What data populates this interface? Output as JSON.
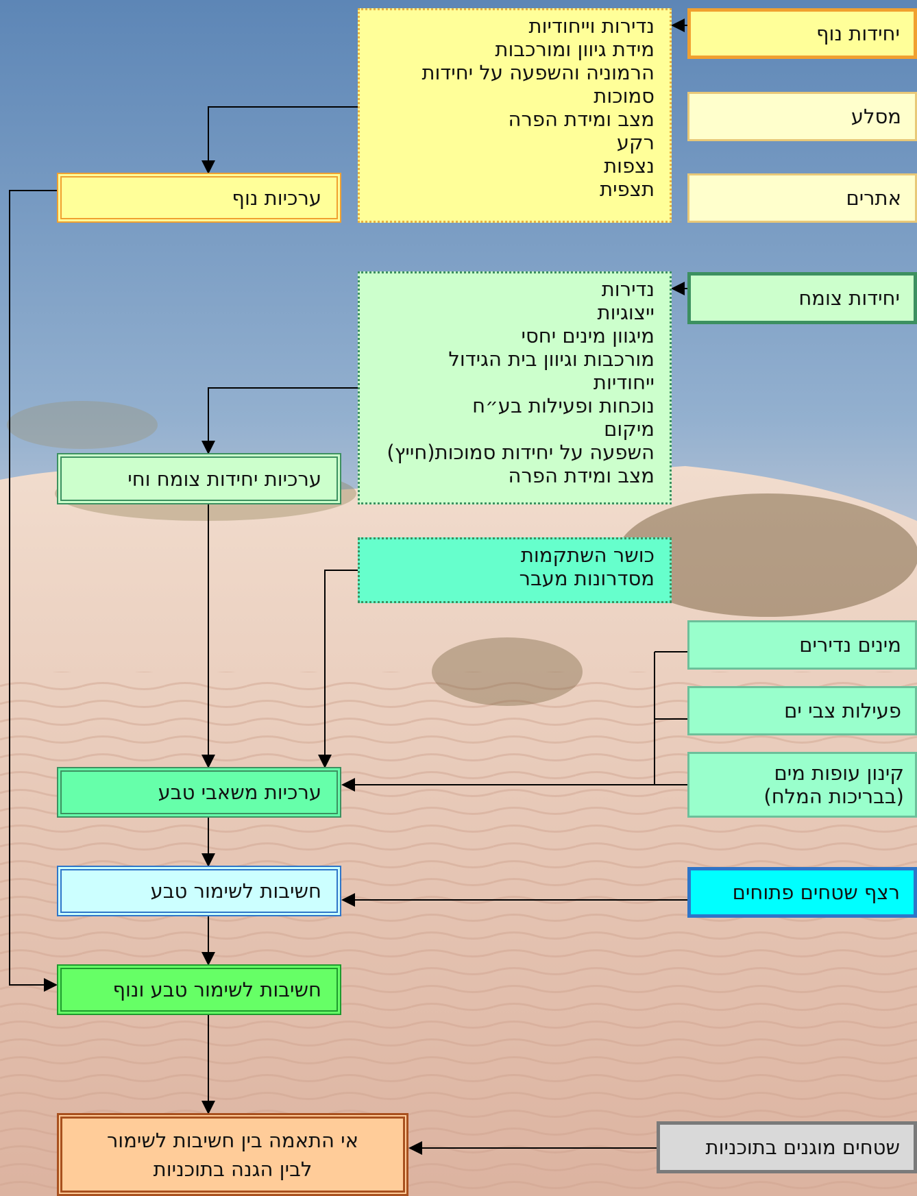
{
  "landscape": {
    "sources": [
      "יחידות נוף",
      "מסלע",
      "אתרים"
    ],
    "criteria": [
      "נדירות וייחודיות",
      "מידת גיוון ומורכבות",
      "הרמוניה והשפעה על יחידות",
      "סמוכות",
      "מצב ומידת הפרה",
      "רקע",
      "נצפות",
      "תצפית"
    ],
    "value_box": "ערכיות נוף"
  },
  "vegetation": {
    "source": "יחידות צומח",
    "criteria": [
      "נדירות",
      "ייצוגיות",
      "מיגוון מינים יחסי",
      "מורכבות וגיוון בית הגידול",
      "ייחודיות",
      "נוכחות ופעילות בע״ח",
      "מיקום",
      "השפעה על יחידות סמוכות(חייץ)",
      "מצב ומידת הפרה"
    ],
    "value_box": "ערכיות יחידות צומח וחי"
  },
  "corridors": {
    "criteria": [
      "כושר  השתקמות",
      "מסדרונות מעבר"
    ]
  },
  "fauna": {
    "sources": [
      "מינים נדירים",
      "פעילות צבי ים"
    ],
    "source_multiline": [
      "קינון עופות מים",
      "(בבריכות המלח)"
    ]
  },
  "natural_assets": "ערכיות משאבי טבע",
  "open_spaces": "רצף שטחים פתוחים",
  "nature_importance": "חשיבות לשימור טבע",
  "nature_landscape_importance": "חשיבות לשימור טבע ונוף",
  "protected_areas": "שטחים מוגנים בתוכניות",
  "mismatch": [
    "אי התאמה בין חשיבות לשימור",
    "לבין הגנה בתוכניות"
  ],
  "colors": {
    "sky_top": "#5d86b6",
    "sand": "#e8c8b4",
    "yellow_fill": "#ffff99",
    "green_fill": "#ccffcc",
    "teal_fill": "#66ffcc",
    "cyan_fill": "#00ffff",
    "orange_border": "#f0a030",
    "green_border": "#3c9060",
    "blue_border": "#2e75c8",
    "dark_green_border": "#1e9a2e",
    "brown_border": "#a8501e",
    "gray_fill": "#d9d9d9"
  }
}
